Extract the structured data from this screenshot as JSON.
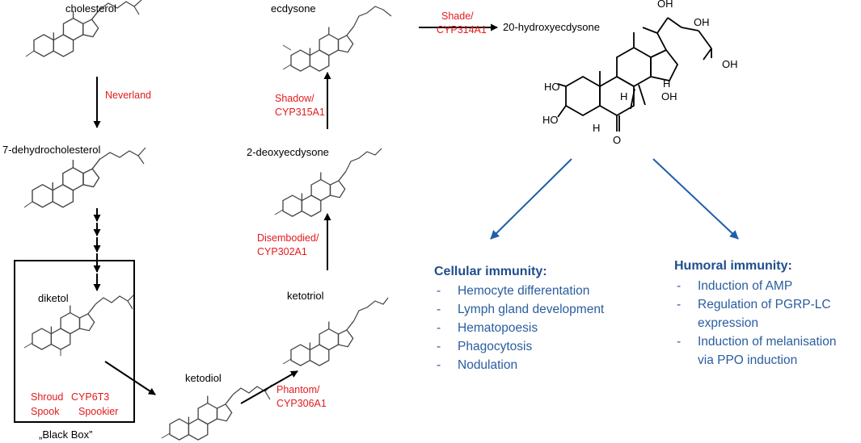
{
  "compounds": {
    "cholesterol": "cholesterol",
    "dehydrocholesterol": "7-dehydrocholesterol",
    "diketol": "diketol",
    "ketodiol": "ketodiol",
    "ketotriol": "ketotriol",
    "deoxyecdysone": "2-deoxyecdysone",
    "ecdysone": "ecdysone",
    "hydroxyecdysone": "20-hydroxyecdysone"
  },
  "enzymes": {
    "neverland": "Neverland",
    "shroud": "Shroud",
    "cyp6t3": "CYP6T3",
    "spook": "Spook",
    "spookier": "Spookier",
    "phantom": [
      "Phantom/",
      "CYP306A1"
    ],
    "disembodied": [
      "Disembodied/",
      "CYP302A1"
    ],
    "shadow": [
      "Shadow/",
      "CYP315A1"
    ],
    "shade": [
      "Shade/",
      "CYP314A1"
    ]
  },
  "black_box_label": "„Black Box”",
  "structure_labels": {
    "ho": "HO",
    "oh": "OH",
    "h": "H",
    "o": "O"
  },
  "cellular": {
    "title": "Cellular immunity:",
    "items": [
      "Hemocyte differentation",
      "Lymph gland development",
      "Hematopoesis",
      "Phagocytosis",
      "Nodulation"
    ]
  },
  "humoral": {
    "title": "Humoral immunity:",
    "items": [
      [
        "Induction of AMP"
      ],
      [
        "Regulation of PGRP-LC",
        "expression"
      ],
      [
        "Induction of melanisation",
        "via PPO induction"
      ]
    ]
  },
  "colors": {
    "enzyme": "#e31a1c",
    "immunity_title": "#1f4e8c",
    "immunity_text": "#2a5d9f",
    "blue_arrow": "#1f5fa8"
  }
}
